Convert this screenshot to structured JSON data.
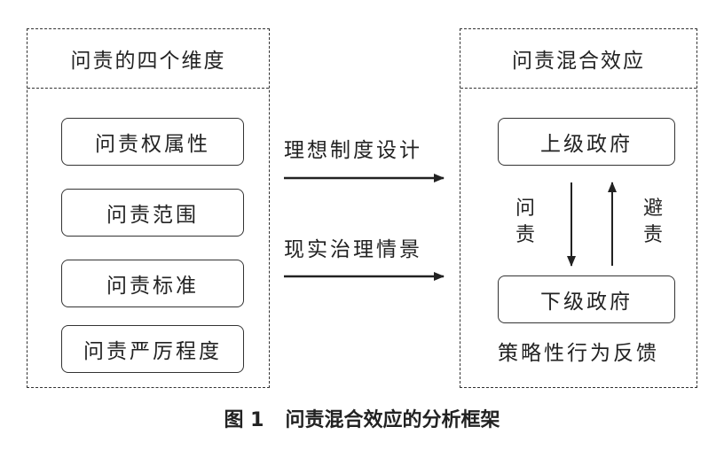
{
  "left_panel": {
    "title": "问责的四个维度",
    "dimensions": [
      "问责权属性",
      "问责范围",
      "问责标准",
      "问责严厉程度"
    ]
  },
  "arrows": {
    "top_label": "理想制度设计",
    "bottom_label": "现实治理情景"
  },
  "right_panel": {
    "title": "问责混合效应",
    "upper": "上级政府",
    "lower": "下级政府",
    "down_label": "问责",
    "up_label": "避责",
    "feedback": "策略性行为反馈"
  },
  "caption": {
    "number": "图 1",
    "text": "问责混合效应的分析框架"
  }
}
